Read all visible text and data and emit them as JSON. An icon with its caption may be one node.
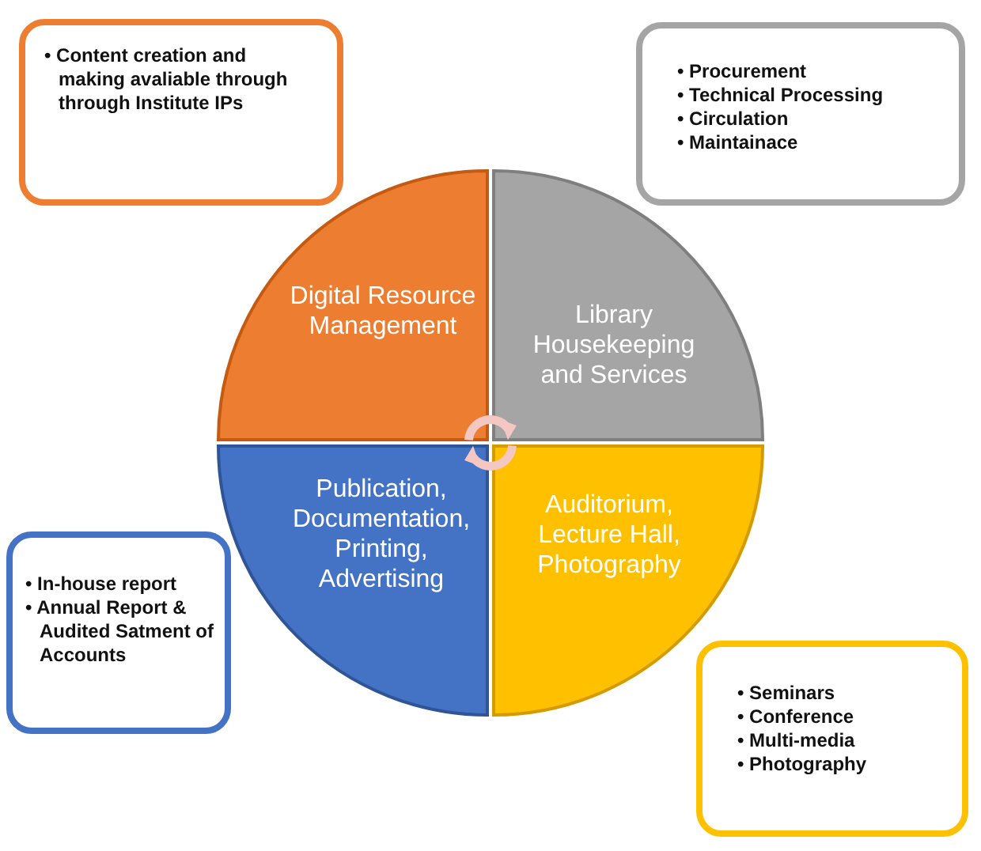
{
  "diagram": {
    "nodes": [
      {
        "text": [
          "Digital Resource Management"
        ]
      },
      {
        "text": [
          "Library Housekeeping and Services"
        ]
      },
      {
        "text": [
          "Publication, Documentation, Printing, Advertising"
        ]
      },
      {
        "text": [
          "Auditorium, Lecture Hall, Photography"
        ]
      },
      {
        "text": [
          "• Content creation and making avaliable through through Institute IPs"
        ]
      },
      {
        "text": [
          "• Procurement",
          "• Technical Processing",
          "• Circulation",
          "• Maintainace"
        ]
      },
      {
        "text": [
          "• In-house report",
          "• Annual Report & Audited Satment of Accounts"
        ]
      },
      {
        "text": [
          "• Seminars",
          "• Conference",
          "• Multi-media",
          "• Photography"
        ]
      }
    ]
  }
}
